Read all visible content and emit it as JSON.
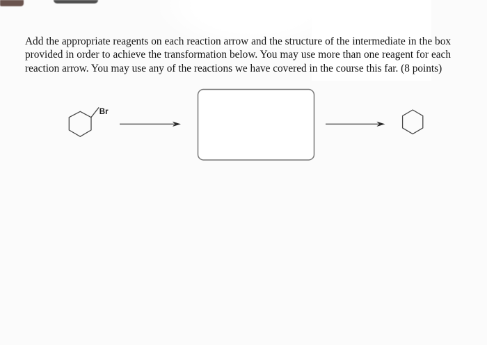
{
  "question": {
    "lines": [
      "Add the appropriate reagents on each reaction arrow and the structure of the intermediate in the box",
      "provided in order to achieve the transformation below. You may use more than one reagent for each",
      "reaction arrow. You may use any of the reactions we have covered in the course this far. (8 points)"
    ]
  },
  "reaction": {
    "br_label": "Br",
    "intermediate_box_value": ""
  },
  "colors": {
    "page_bg": "#fbfbfb",
    "text_ink": "#141414",
    "structure_ink": "#474747",
    "arrow_ink": "#2b2b2b",
    "box_border": "#777777"
  }
}
